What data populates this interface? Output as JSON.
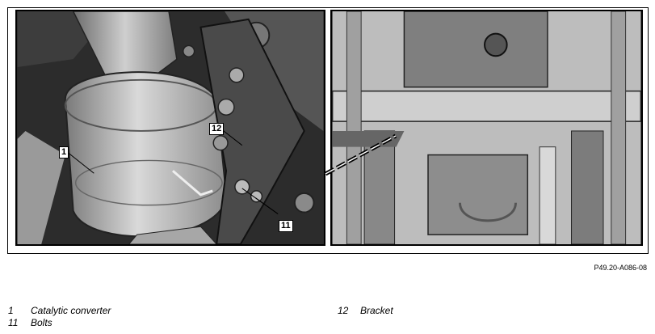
{
  "figure": {
    "reference_code": "P49.20-A086-08",
    "callouts": [
      {
        "number": "1"
      },
      {
        "number": "12"
      },
      {
        "number": "11"
      }
    ]
  },
  "legend": [
    {
      "number": "1",
      "label": "Catalytic converter"
    },
    {
      "number": "11",
      "label": "Bolts"
    },
    {
      "number": "12",
      "label": "Bracket"
    }
  ],
  "colors": {
    "frame": "#000000",
    "metal_light": "#bdbdbd",
    "metal_dark": "#3a3a3a",
    "bracket": "#4a4a4a"
  }
}
